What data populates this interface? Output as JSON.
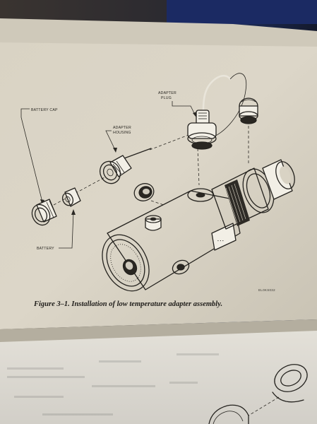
{
  "figure": {
    "caption": "Figure 3–1. Installation of low temperature adapter assembly.",
    "drawing_code": "EL0KS032",
    "labels": {
      "battery_cap": "BATTERY CAP",
      "adapter_housing_line1": "ADAPTER",
      "adapter_housing_line2": "HOUSING",
      "adapter_plug_line1": "ADAPTER",
      "adapter_plug_line2": "PLUG",
      "battery": "BATTERY"
    }
  }
}
